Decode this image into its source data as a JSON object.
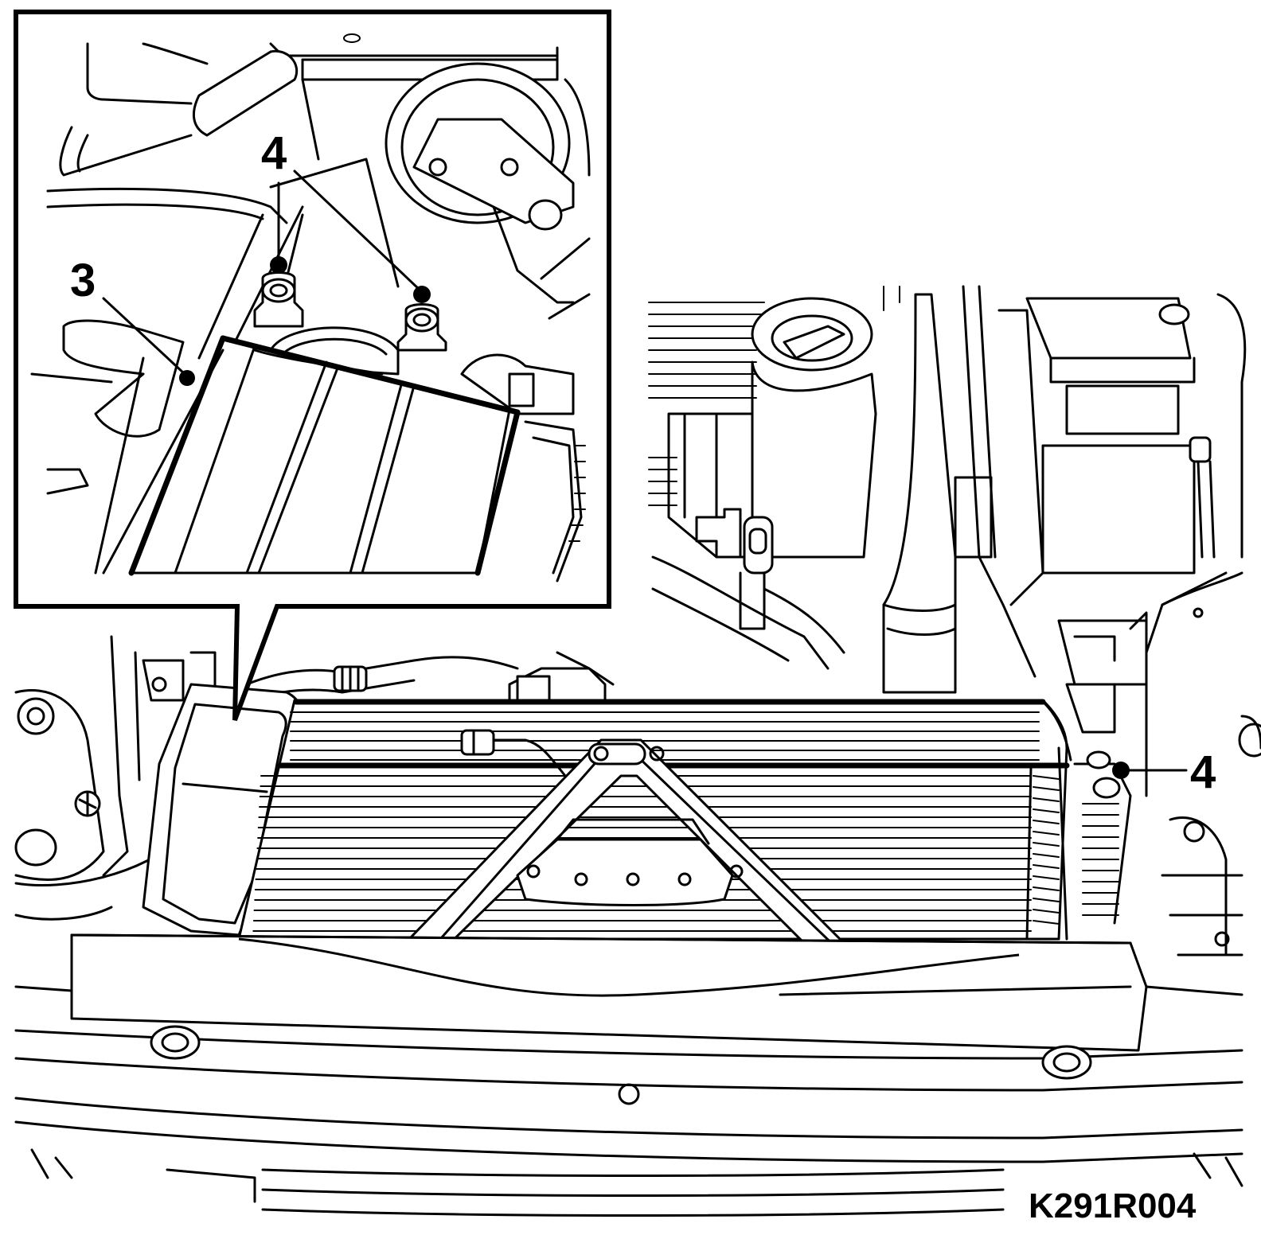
{
  "callouts": {
    "inset_left_part": "3",
    "inset_top_fastener": "4",
    "main_right_fastener": "4"
  },
  "figure_code": "K291R004"
}
